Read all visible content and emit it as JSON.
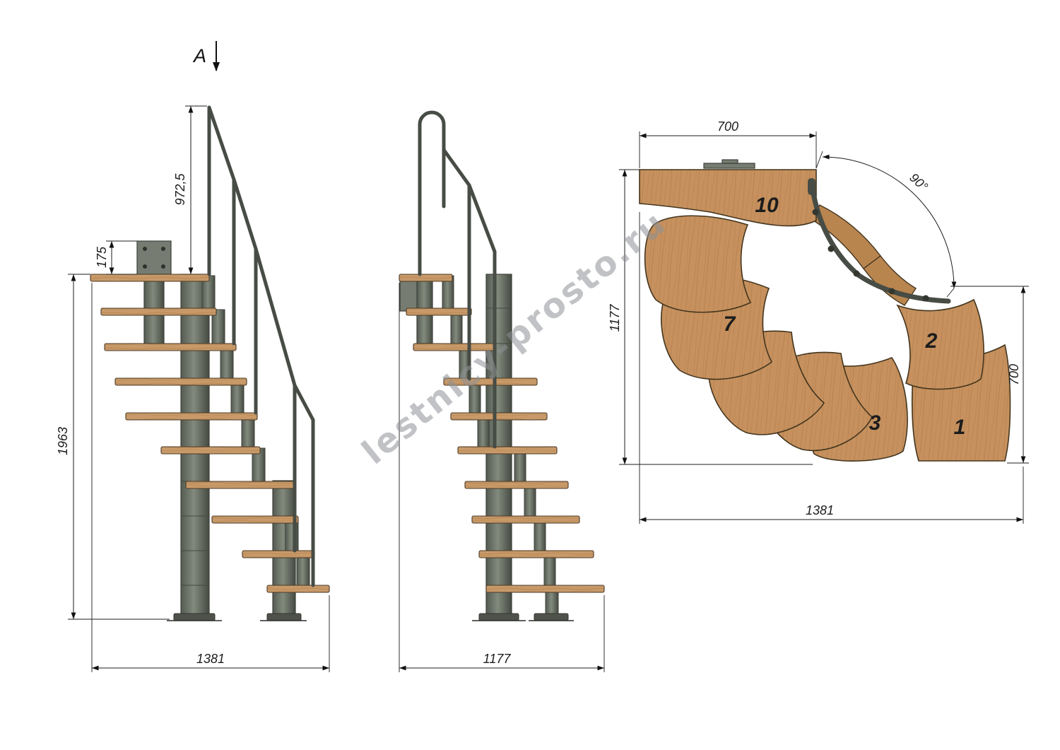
{
  "watermark": "lestnicy-prosto.ru",
  "section_arrow": {
    "label": "A"
  },
  "front_view": {
    "dim_handrail_height": "972,5",
    "dim_plate_height": "175",
    "dim_total_height": "1963",
    "dim_width": "1381"
  },
  "side_view": {
    "dim_width": "1177"
  },
  "plan_view": {
    "dim_landing_width": "700",
    "dim_turn_angle": "90°",
    "dim_depth": "1177",
    "dim_flight_length": "700",
    "dim_width": "1381",
    "treads": {
      "t10": "10",
      "t7": "7",
      "t2": "2",
      "t3": "3",
      "t1": "1"
    }
  },
  "colors": {
    "wood": "#c89a69",
    "wood_dark": "#a9743f",
    "wood_plan": "#c6915e",
    "metal_dark": "#3c403a",
    "rail": "#474c45",
    "dim": "#1c1c1c",
    "watermark": "#8f9296"
  }
}
